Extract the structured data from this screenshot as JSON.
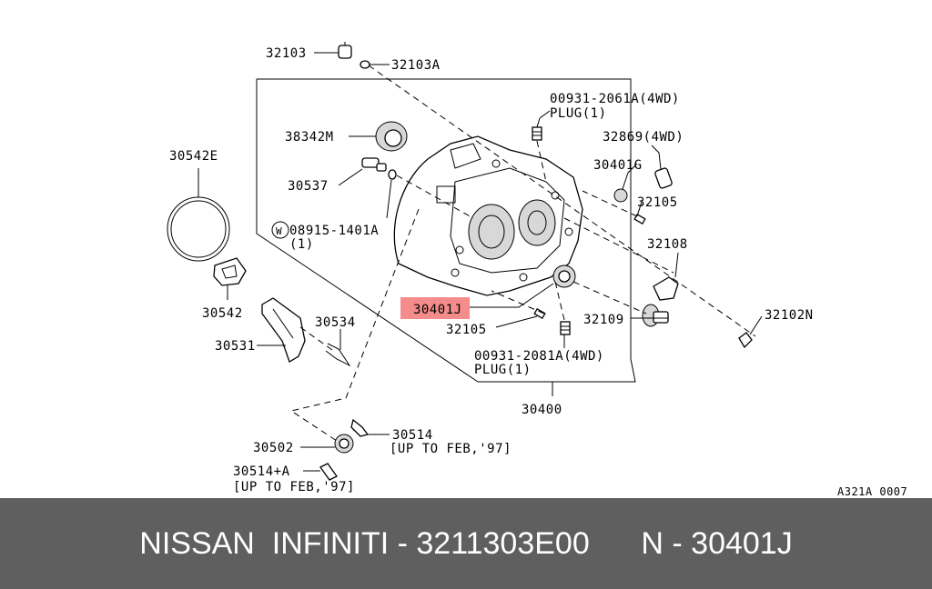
{
  "labels": {
    "l_32103": "32103",
    "l_32103A": "32103A",
    "l_00931_2061A": "00931-2061A(4WD)",
    "l_plug_top": "PLUG(1)",
    "l_38342M": "38342M",
    "l_32869": "32869(4WD)",
    "l_30542E": "30542E",
    "l_30401G": "30401G",
    "l_30537": "30537",
    "l_32105_top": "32105",
    "l_washer_symbol": "W",
    "l_08915": "08915-1401A",
    "l_qty1": "(1)",
    "l_32108": "32108",
    "l_30542": "30542",
    "l_30401J": "30401J",
    "l_30534": "30534",
    "l_32102N": "32102N",
    "l_32109": "32109",
    "l_32105_bot": "32105",
    "l_30531": "30531",
    "l_00931_2081A": "00931-2081A(4WD)",
    "l_plug_bot": "PLUG(1)",
    "l_30400": "30400",
    "l_30514": "30514",
    "l_upto1": "[UP TO FEB,'97]",
    "l_30502": "30502",
    "l_30514A": "30514+A",
    "l_upto2": "[UP TO FEB,'97]",
    "l_ref": "A321A 0007"
  },
  "highlight_color": "#f58c8c",
  "footer": {
    "text": "NISSAN  INFINITI - 3211303E00      N - 30401J",
    "background": "#5f5f5f"
  }
}
